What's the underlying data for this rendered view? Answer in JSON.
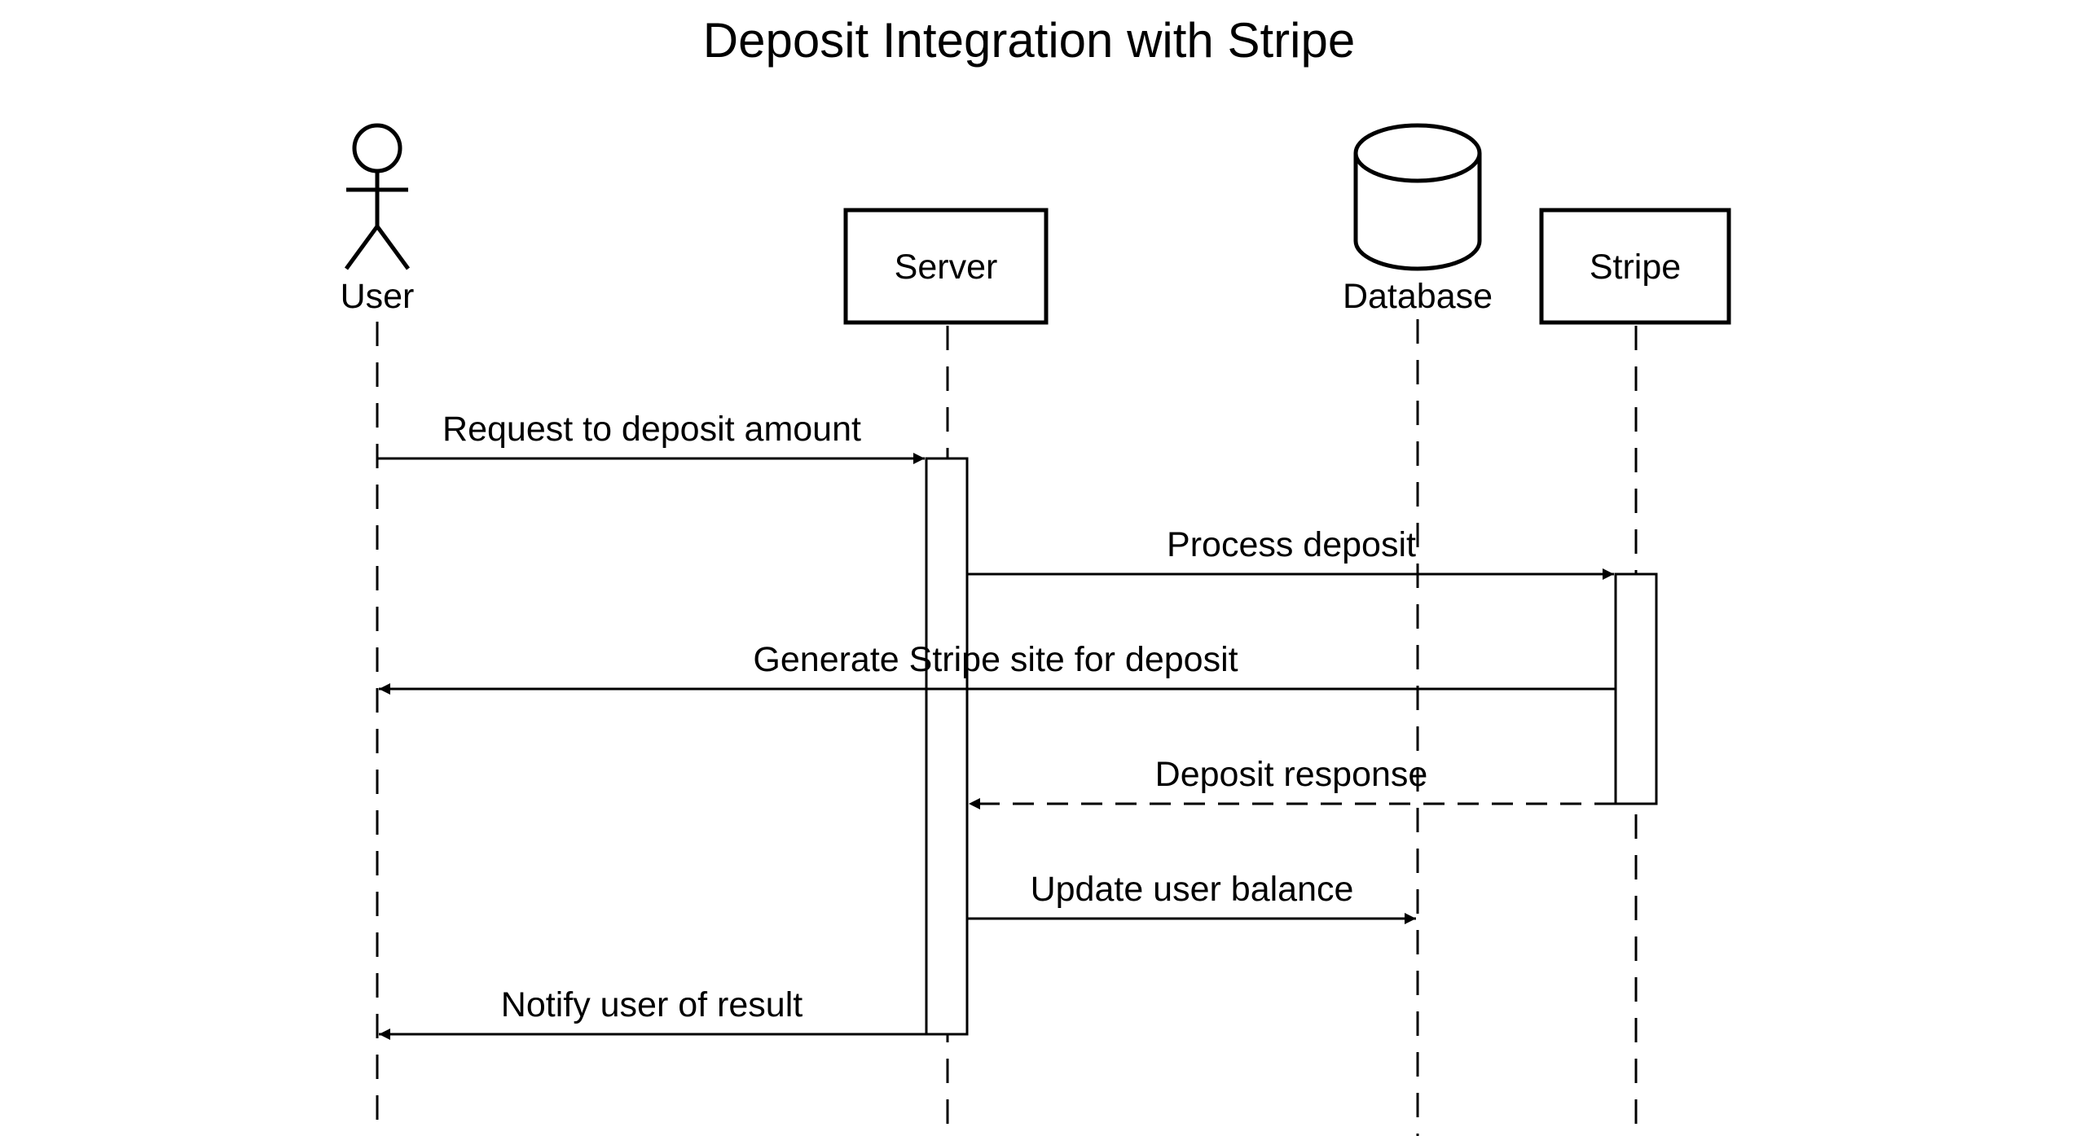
{
  "diagram": {
    "title": "Deposit Integration with Stripe",
    "participants": [
      {
        "id": "user",
        "name": "User",
        "kind": "actor"
      },
      {
        "id": "server",
        "name": "Server",
        "kind": "box"
      },
      {
        "id": "database",
        "name": "Database",
        "kind": "database"
      },
      {
        "id": "stripe",
        "name": "Stripe",
        "kind": "box"
      }
    ],
    "messages": [
      {
        "from": "user",
        "to": "server",
        "label": "Request to deposit amount",
        "style": "solid"
      },
      {
        "from": "server",
        "to": "stripe",
        "label": "Process deposit",
        "style": "solid"
      },
      {
        "from": "stripe",
        "to": "user",
        "label": "Generate Stripe site for deposit",
        "style": "solid"
      },
      {
        "from": "stripe",
        "to": "server",
        "label": "Deposit response",
        "style": "dashed"
      },
      {
        "from": "server",
        "to": "database",
        "label": "Update user balance",
        "style": "solid"
      },
      {
        "from": "server",
        "to": "user",
        "label": "Notify user of result",
        "style": "solid"
      }
    ]
  }
}
